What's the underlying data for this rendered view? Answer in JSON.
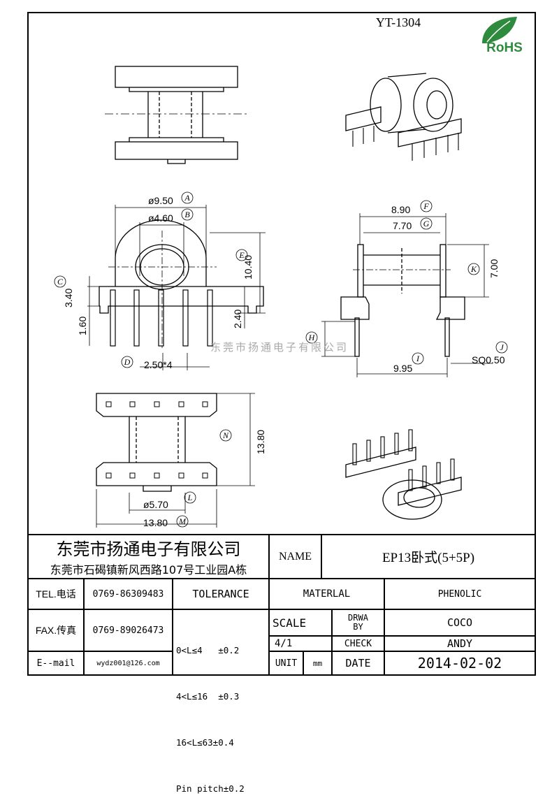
{
  "drawing": {
    "part_number": "YT-1304",
    "rohs_logo": "RoHS",
    "watermark": "东莞市扬通电子有限公司",
    "dimensions": {
      "A": {
        "tag": "A",
        "value": "ø9.50"
      },
      "B": {
        "tag": "B",
        "value": "ø4.60"
      },
      "C": {
        "tag": "C",
        "value": "3.40"
      },
      "C2": {
        "value": "1.60"
      },
      "D": {
        "tag": "D",
        "value": "2.50*4"
      },
      "E": {
        "tag": "E",
        "value": "10.40"
      },
      "E2": {
        "value": "2.40"
      },
      "F": {
        "tag": "F",
        "value": "8.90"
      },
      "G": {
        "tag": "G",
        "value": "7.70"
      },
      "K": {
        "tag": "K",
        "value": "7.00"
      },
      "H": {
        "tag": "H"
      },
      "I": {
        "tag": "I",
        "value": "9.95"
      },
      "J": {
        "tag": "J",
        "value": "SQ0.50"
      },
      "N": {
        "tag": "N",
        "value": "13.80"
      },
      "L": {
        "tag": "L",
        "value": "ø5.70"
      },
      "M": {
        "tag": "M",
        "value": "13.80"
      }
    }
  },
  "title_block": {
    "company": "东莞市扬通电子有限公司",
    "address": "东莞市石碣镇新风西路107号工业园A栋",
    "name_label": "NAME",
    "name_value": "EP13卧式(5+5P)",
    "tel_label": "TEL.电话",
    "tel_value": "0769-86309483",
    "fax_label": "FAX.传真",
    "fax_value": "0769-89026473",
    "email_label": "E--mail",
    "email_value": "wydz001@126.com",
    "tolerance_label": "TOLERANCE",
    "tolerances": [
      "0<L≤4   ±0.2",
      "4<L≤16  ±0.3",
      "16<L≤63±0.4",
      "Pin pitch±0.2"
    ],
    "material_label": "MATERLAL",
    "material_value": "PHENOLIC",
    "scale_label": "SCALE",
    "scale_value": "4/1",
    "unit_label": "UNIT",
    "unit_value": "mm",
    "drawn_by_label": "DRWA BY",
    "drawn_by_value": "COCO",
    "check_label": "CHECK",
    "check_value": "ANDY",
    "date_label": "DATE",
    "date_value": "2014-02-02"
  }
}
